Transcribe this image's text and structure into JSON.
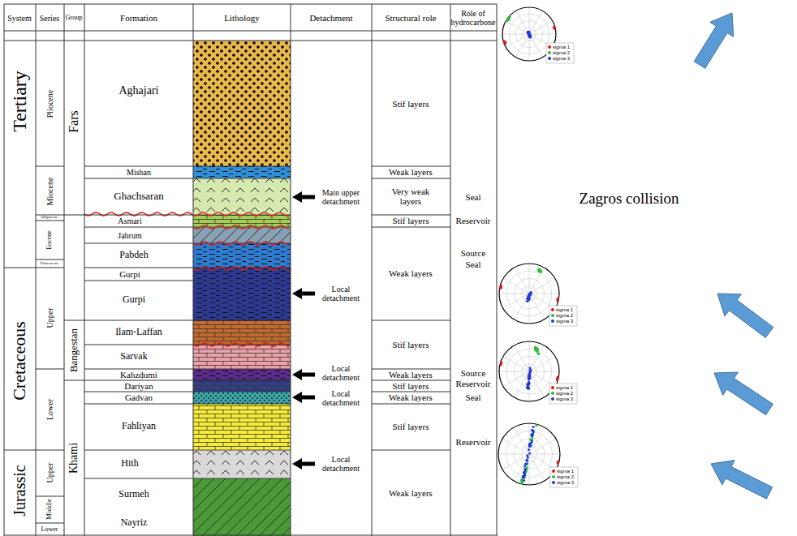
{
  "diagram": {
    "labels": [
      "System",
      "Series",
      "Group",
      "Formation",
      "Lithology",
      "Detachment",
      "Structural role",
      "Role of hydrocarbone",
      "Tertiary",
      "Cretaceous",
      "Jurassic",
      "Pliocene",
      "Miocene",
      "Oligocene",
      "Eocene",
      "Palaeocene",
      "Upper",
      "Lower",
      "Upper",
      "Middle",
      "Lower",
      "Fars",
      "Bangestan",
      "Khami",
      "Aghajari",
      "Mishan",
      "Ghachsaran",
      "Asmari",
      "Jahrum",
      "Pabdeh",
      "Gurpi",
      "Gurpi",
      "Ilam-Laffan",
      "Sarvak",
      "Kahzdumi",
      "Dariyan",
      "Gadvan",
      "Fahliyan",
      "Hith",
      "Surmeh",
      "Nayriz",
      "Main upper detachment",
      "Local detachment",
      "Local detachment",
      "Local detachment",
      "Local detachment",
      "Stif layers",
      "Weak layers",
      "Very weak layers",
      "Stif layers",
      "Weak layers",
      "Stif layers",
      "Weak layers",
      "Stif layers",
      "Weak layers",
      "Stif layers",
      "Weak layers",
      "Seal",
      "Reservoir",
      "Source",
      "Seal",
      "Source",
      "Reservoir",
      "Seal",
      "Reservoir",
      "Zagros collision"
    ],
    "legend": [
      {
        "text": "sigma 1",
        "color": "#e8141c"
      },
      {
        "text": "sigma 2",
        "color": "#2dbe3c"
      },
      {
        "text": "sigma 3",
        "color": "#1f3bd6"
      },
      {
        "text": "sigma 1",
        "color": "#e8141c"
      },
      {
        "text": "sigma 2",
        "color": "#2dbe3c"
      },
      {
        "text": "sigma 3",
        "color": "#1f3bd6"
      },
      {
        "text": "sigma 1",
        "color": "#e8141c"
      },
      {
        "text": "sigma 2",
        "color": "#2dbe3c"
      },
      {
        "text": "sigma 3",
        "color": "#1f3bd6"
      },
      {
        "text": "sigma 1",
        "color": "#e8141c"
      },
      {
        "text": "sigma 2",
        "color": "#2dbe3c"
      },
      {
        "text": "sigma 3",
        "color": "#1f3bd6"
      }
    ]
  }
}
